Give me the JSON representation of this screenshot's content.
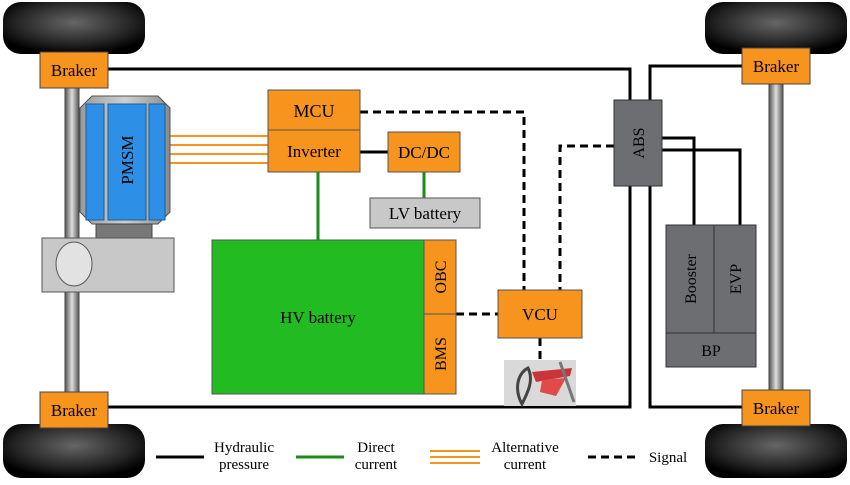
{
  "components": {
    "braker_top_left": "Braker",
    "braker_top_right": "Braker",
    "braker_bottom_left": "Braker",
    "braker_bottom_right": "Braker",
    "pmsm": "PMSM",
    "mcu": "MCU",
    "inverter": "Inverter",
    "dcdc": "DC/DC",
    "lv_battery": "LV battery",
    "hv_battery": "HV battery",
    "obc": "OBC",
    "bms": "BMS",
    "vcu": "VCU",
    "abs": "ABS",
    "booster": "Booster",
    "evp": "EVP",
    "bp": "BP"
  },
  "legend": {
    "hydraulic_line1": "Hydraulic",
    "hydraulic_line2": "pressure",
    "direct_line1": "Direct",
    "direct_line2": "current",
    "alternative_line1": "Alternative",
    "alternative_line2": "current",
    "signal": "Signal"
  },
  "colors": {
    "orange": "#f7941d",
    "green": "#22bb22",
    "dc_line": "#1a8a1a",
    "gray": "#6d6e71",
    "light_gray": "#c8c8c8",
    "motor_blue": "#2e8fe6",
    "black": "#000000"
  }
}
